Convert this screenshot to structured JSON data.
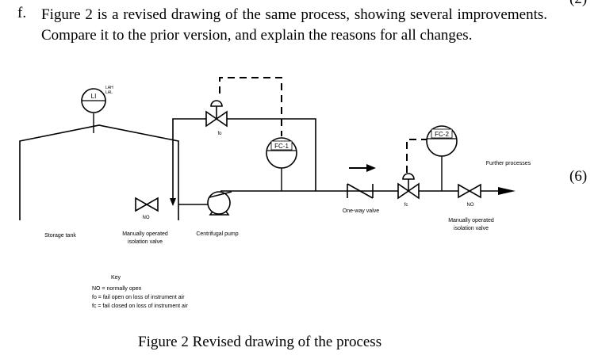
{
  "question": {
    "letter": "f.",
    "text": "Figure 2 is a revised drawing of the same process, showing several improvements. Compare it to the prior version, and explain the reasons for all changes.",
    "marks_top": "(2)",
    "marks": "(6)"
  },
  "figure": {
    "caption": "Figure 2 Revised drawing of the process",
    "labels": {
      "storage_tank": "Storage tank",
      "level_indicator": "LI",
      "level_alarm_high": "LAH",
      "level_alarm_low": "LAL",
      "isolation_valve_1_state": "NO",
      "isolation_valve_1_line1": "Manually operated",
      "isolation_valve_1_line2": "isolation valve",
      "pump": "Centrifugal pump",
      "fc1_tag": "FC-1",
      "bypass_valve_fail": "fo",
      "one_way_valve": "One-way valve",
      "control_valve_fail": "fc",
      "fc2_tag": "FC-2",
      "isolation_valve_2_state": "NO",
      "isolation_valve_2_line1": "Manually operated",
      "isolation_valve_2_line2": "isolation valve",
      "further_processes": "Further processes"
    },
    "key": {
      "title": "Key",
      "lines": [
        "NO = normally open",
        "fo = fail open on loss of instrument air",
        "fc = fail closed on loss of instrument air"
      ]
    }
  }
}
